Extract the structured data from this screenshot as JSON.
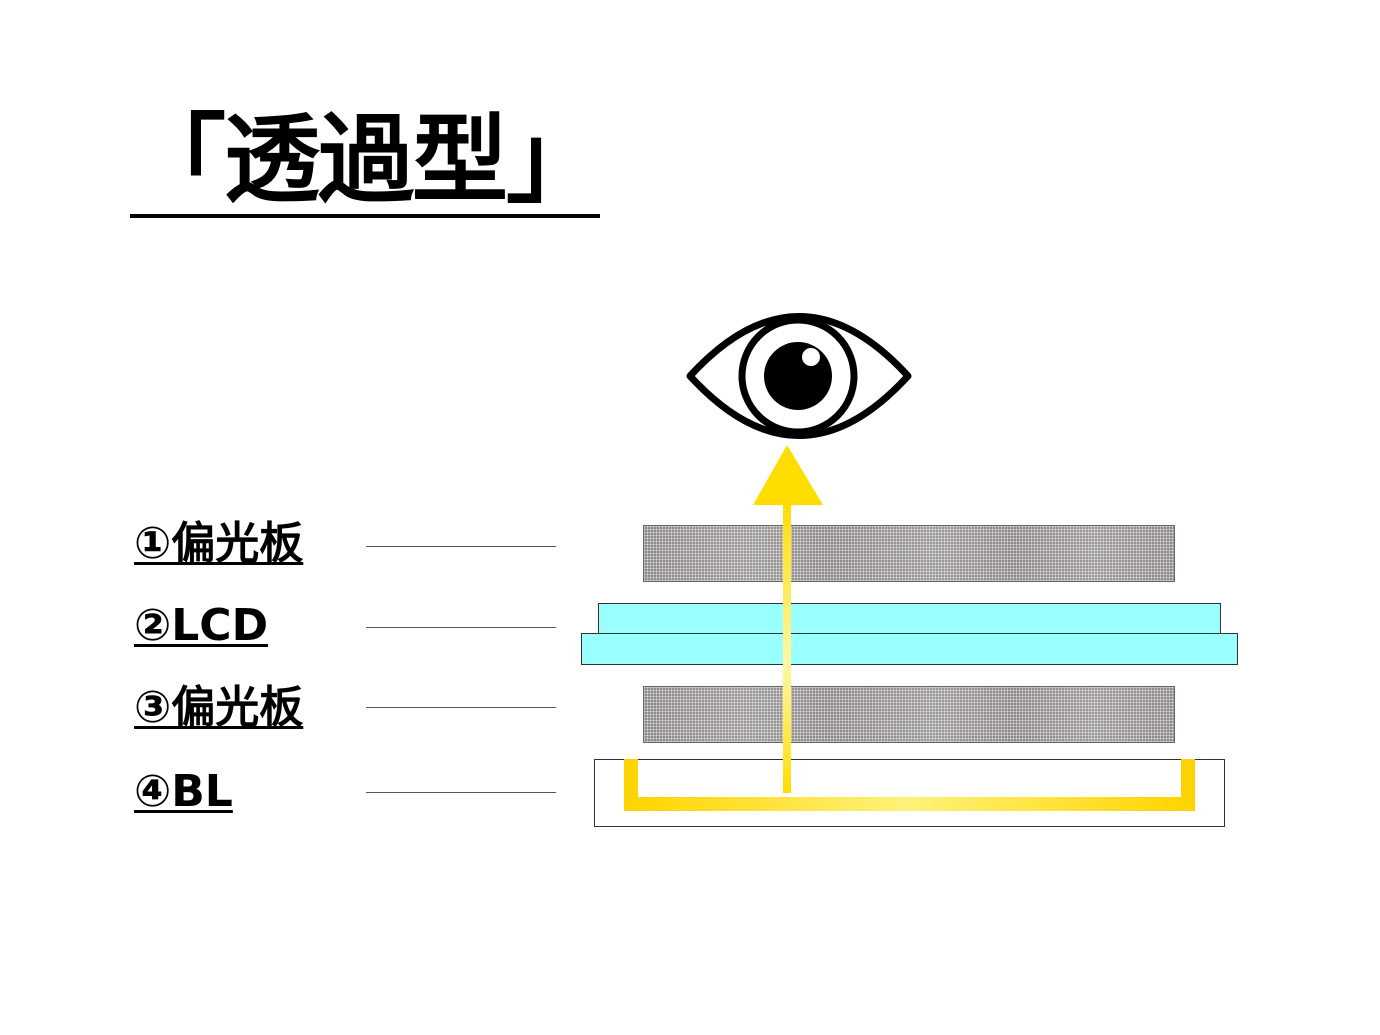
{
  "title": "「透過型」",
  "layers": [
    {
      "label": "①偏光板"
    },
    {
      "label": "②LCD"
    },
    {
      "label": "③偏光板"
    },
    {
      "label": "④BL"
    }
  ],
  "colors": {
    "light": "#ffdd00",
    "lcd": "#99ffff",
    "polarizer": "#8c8888"
  }
}
